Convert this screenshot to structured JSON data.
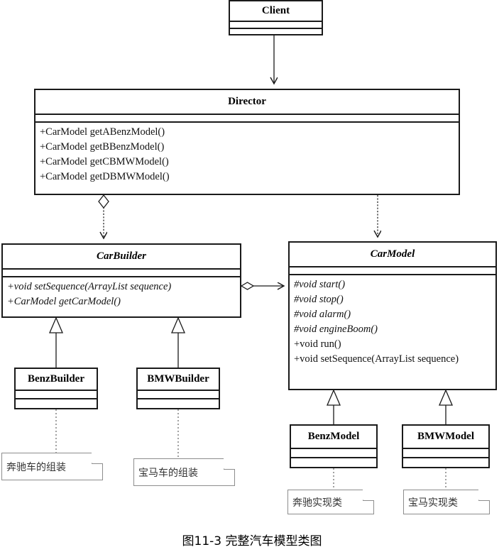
{
  "diagram": {
    "caption": "图11-3 完整汽车模型类图",
    "classes": {
      "client": {
        "name": "Client",
        "abstract": false,
        "methods": []
      },
      "director": {
        "name": "Director",
        "abstract": false,
        "methods": [
          "+CarModel getABenzModel()",
          "+CarModel getBBenzModel()",
          "+CarModel getCBMWModel()",
          "+CarModel getDBMWModel()"
        ]
      },
      "car_builder": {
        "name": "CarBuilder",
        "abstract": true,
        "methods": [
          "+void setSequence(ArrayList sequence)",
          "+CarModel getCarModel()"
        ]
      },
      "car_model": {
        "name": "CarModel",
        "abstract": true,
        "methods": [
          "#void start()",
          "#void stop()",
          "#void alarm()",
          "#void engineBoom()",
          "+void run()",
          "+void setSequence(ArrayList sequence)"
        ]
      },
      "benz_builder": {
        "name": "BenzBuilder",
        "abstract": false,
        "methods": []
      },
      "bmw_builder": {
        "name": "BMWBuilder",
        "abstract": false,
        "methods": []
      },
      "benz_model": {
        "name": "BenzModel",
        "abstract": false,
        "methods": []
      },
      "bmw_model": {
        "name": "BMWModel",
        "abstract": false,
        "methods": []
      }
    },
    "notes": {
      "benz_builder_note": "奔驰车的组装",
      "bmw_builder_note": "宝马车的组装",
      "benz_model_note": "奔驰实现类",
      "bmw_model_note": "宝马实现类"
    },
    "relations": [
      {
        "id": "client-director",
        "from": "Client",
        "to": "Director",
        "type": "association-arrow",
        "line": "solid"
      },
      {
        "id": "director-carbuilder",
        "from": "Director",
        "to": "CarBuilder",
        "type": "aggregation-arrow",
        "line": "dotted"
      },
      {
        "id": "director-carmodel",
        "from": "Director",
        "to": "CarModel",
        "type": "dependency",
        "line": "dotted"
      },
      {
        "id": "carbuilder-carmodel",
        "from": "CarBuilder",
        "to": "CarModel",
        "type": "aggregation-arrow",
        "line": "solid"
      },
      {
        "id": "benzbuilder-carbuilder",
        "from": "BenzBuilder",
        "to": "CarBuilder",
        "type": "generalization",
        "line": "solid"
      },
      {
        "id": "bmwbuilder-carbuilder",
        "from": "BMWBuilder",
        "to": "CarBuilder",
        "type": "generalization",
        "line": "solid"
      },
      {
        "id": "benzmodel-carmodel",
        "from": "BenzModel",
        "to": "CarModel",
        "type": "generalization",
        "line": "solid"
      },
      {
        "id": "bmwmodel-carmodel",
        "from": "BMWModel",
        "to": "CarModel",
        "type": "generalization",
        "line": "solid"
      },
      {
        "id": "benzbuilder-note",
        "from": "BenzBuilder",
        "to": "奔驰车的组装",
        "type": "note-anchor",
        "line": "dotted"
      },
      {
        "id": "bmwbuilder-note",
        "from": "BMWBuilder",
        "to": "宝马车的组装",
        "type": "note-anchor",
        "line": "dotted"
      },
      {
        "id": "benzmodel-note",
        "from": "BenzModel",
        "to": "奔驰实现类",
        "type": "note-anchor",
        "line": "dotted"
      },
      {
        "id": "bmwmodel-note",
        "from": "BMWModel",
        "to": "宝马实现类",
        "type": "note-anchor",
        "line": "dotted"
      }
    ],
    "colors": {
      "line": "#1a1a1a",
      "note_border": "#8d8d8d",
      "background": "#ffffff",
      "text": "#000000"
    }
  }
}
